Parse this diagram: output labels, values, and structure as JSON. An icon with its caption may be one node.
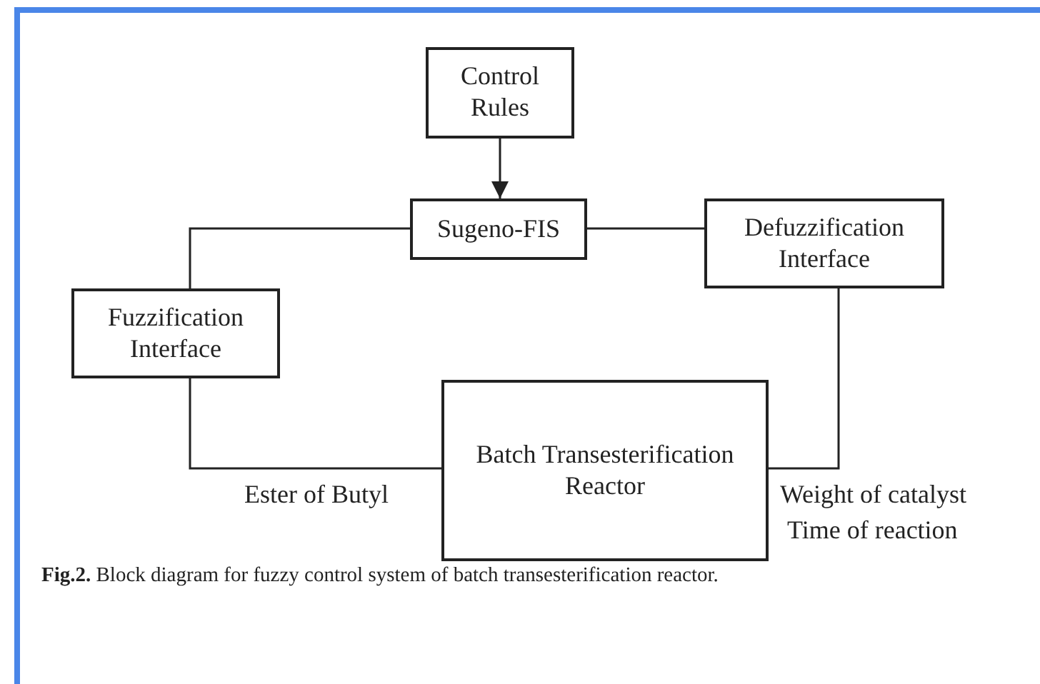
{
  "diagram": {
    "caption": "**Fig.2.** Block diagram for fuzzy control system of batch transesterification reactor.",
    "nodes": [
      {
        "text": [
          "Control Rules"
        ]
      },
      {
        "text": [
          "Sugeno-FIS"
        ]
      },
      {
        "text": [
          "Defuzzification Interface"
        ]
      },
      {
        "text": [
          "Fuzzification Interface"
        ]
      },
      {
        "text": [
          "Batch Transesterification Reactor"
        ]
      }
    ],
    "edges": [
      {
        "from": 0,
        "to": 1,
        "arrow": "to"
      },
      {
        "from": 3,
        "to": 1,
        "arrow": "none"
      },
      {
        "from": 1,
        "to": 2,
        "arrow": "none"
      },
      {
        "from": 2,
        "to": 4,
        "arrow": "none"
      },
      {
        "from": 4,
        "to": 3,
        "arrow": "none"
      }
    ],
    "labels": [
      "Ester of Butyl",
      "Weight of catalyst",
      "Time of reaction"
    ]
  }
}
